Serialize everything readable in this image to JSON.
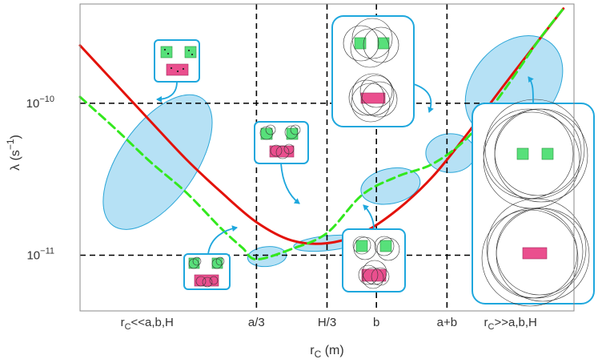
{
  "chart_data": {
    "type": "line",
    "xlabel_parts": {
      "base": "r",
      "sub": "C",
      "unit": " (m)"
    },
    "ylabel_parts": {
      "base": "λ (s",
      "sup": "−1",
      "end": ")"
    },
    "y_scale": "log",
    "grid": false,
    "x_ticks": [
      {
        "label": "r",
        "sub": "C",
        "rest": "<<a,b,H",
        "x": 0.95
      },
      {
        "label": "a/3",
        "x": 2.5
      },
      {
        "label": "H/3",
        "x": 3.5
      },
      {
        "label": "b",
        "x": 4.2
      },
      {
        "label": "a+b",
        "x": 5.2
      },
      {
        "label": "r",
        "sub": "C",
        "rest": ">>a,b,H",
        "x": 6.1
      }
    ],
    "y_ticks": [
      {
        "base": "10",
        "exp": "−10",
        "value": 1e-10
      },
      {
        "base": "10",
        "exp": "−11",
        "value": 1e-11
      }
    ],
    "reference_lines": {
      "vertical_x": [
        2.5,
        3.5,
        4.2,
        5.2
      ],
      "horizontal_y": [
        1e-10,
        1e-11
      ]
    },
    "xlim": [
      0,
      7
    ],
    "ylim": [
      4.3e-12,
      4.5e-10
    ],
    "series": [
      {
        "style": "solid",
        "color": "#e3120b",
        "x": [
          0,
          0.5,
          1.0,
          1.5,
          2.0,
          2.5,
          3.0,
          3.5,
          4.0,
          4.5,
          5.0,
          5.5,
          6.0,
          6.5,
          6.85
        ],
        "y": [
          2.4e-10,
          1.35e-10,
          7.6e-11,
          4.3e-11,
          2.6e-11,
          1.65e-11,
          1.25e-11,
          1.2e-11,
          1.4e-11,
          2e-11,
          3.3e-11,
          6.4e-11,
          1.3e-10,
          2.6e-10,
          4.2e-10
        ]
      },
      {
        "style": "dashed",
        "color": "#33e81e",
        "x": [
          0,
          0.5,
          1.0,
          1.5,
          2.0,
          2.3,
          2.5,
          3.0,
          3.5,
          4.0,
          4.5,
          5.0,
          5.5,
          6.0,
          6.5,
          6.85
        ],
        "y": [
          1.1e-10,
          6.8e-11,
          4.1e-11,
          2.6e-11,
          1.5e-11,
          1.12e-11,
          9.4e-12,
          1.1e-11,
          1.4e-11,
          2.5e-11,
          3.3e-11,
          4e-11,
          6e-11,
          1.2e-10,
          2.6e-10,
          4.2e-10
        ]
      }
    ],
    "ellipses": [
      {
        "cx": 1.1,
        "cy": 4.1e-11,
        "width": 2.2,
        "height_factor": 3.2,
        "angle": -55
      },
      {
        "cx": 2.65,
        "cy": 9.8e-12,
        "width": 0.55,
        "height_factor": 1.35,
        "angle": -5
      },
      {
        "cx": 3.5,
        "cy": 1.2e-11,
        "width": 0.95,
        "height_factor": 1.25,
        "angle": -6
      },
      {
        "cx": 4.4,
        "cy": 2.85e-11,
        "width": 0.85,
        "height_factor": 1.7,
        "angle": -12
      },
      {
        "cx": 5.25,
        "cy": 4.7e-11,
        "width": 0.7,
        "height_factor": 1.8,
        "angle": 0
      },
      {
        "cx": 6.15,
        "cy": 1.3e-10,
        "width": 1.6,
        "height_factor": 3.5,
        "angle": -48
      }
    ],
    "colors": {
      "ellipse_fill": "#a9dcf3",
      "ellipse_stroke": "#2aa6d8",
      "box_stroke": "#1ea7dd",
      "green_square": "#57e07a",
      "pink_rect": "#ea4f8e",
      "reference_line": "#000000"
    }
  }
}
